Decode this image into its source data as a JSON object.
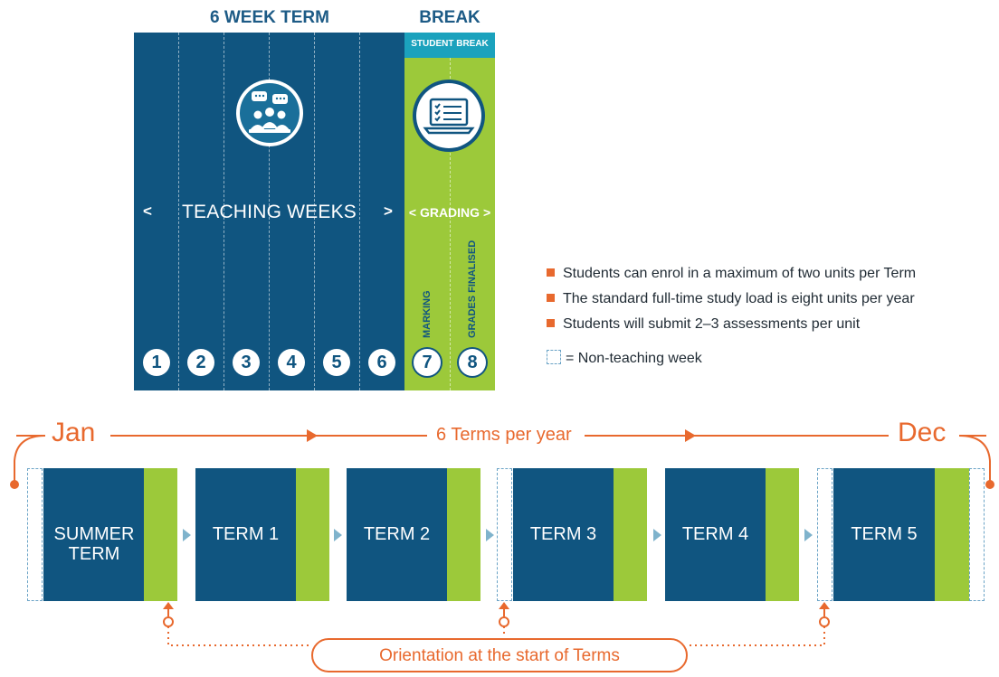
{
  "header": {
    "term_title": "6 WEEK TERM",
    "break_title": "BREAK",
    "student_break": "STUDENT BREAK"
  },
  "panel": {
    "teaching_label": "TEACHING WEEKS",
    "teaching_left": "<",
    "teaching_right": ">",
    "grading_label": "< GRADING >",
    "marking": "MARKING",
    "grades_finalised": "GRADES FINALISED",
    "weeks": [
      "1",
      "2",
      "3",
      "4",
      "5",
      "6",
      "7",
      "8"
    ]
  },
  "legend": {
    "items": [
      "Students can enrol in a maximum of two units per Term",
      "The standard full-time study load is eight units per year",
      "Students will submit 2–3 assessments per unit"
    ],
    "non_teaching": "= Non-teaching week"
  },
  "timeline": {
    "start": "Jan",
    "middle": "6 Terms per year",
    "end": "Dec",
    "terms": [
      {
        "label": "SUMMER TERM"
      },
      {
        "label": "TERM 1"
      },
      {
        "label": "TERM 2"
      },
      {
        "label": "TERM 3"
      },
      {
        "label": "TERM 4"
      },
      {
        "label": "TERM 5"
      }
    ],
    "orientation": "Orientation at the start of Terms"
  },
  "colors": {
    "navy": "#105580",
    "green": "#9cc93a",
    "teal": "#1ba2bd",
    "orange": "#e8692e"
  }
}
